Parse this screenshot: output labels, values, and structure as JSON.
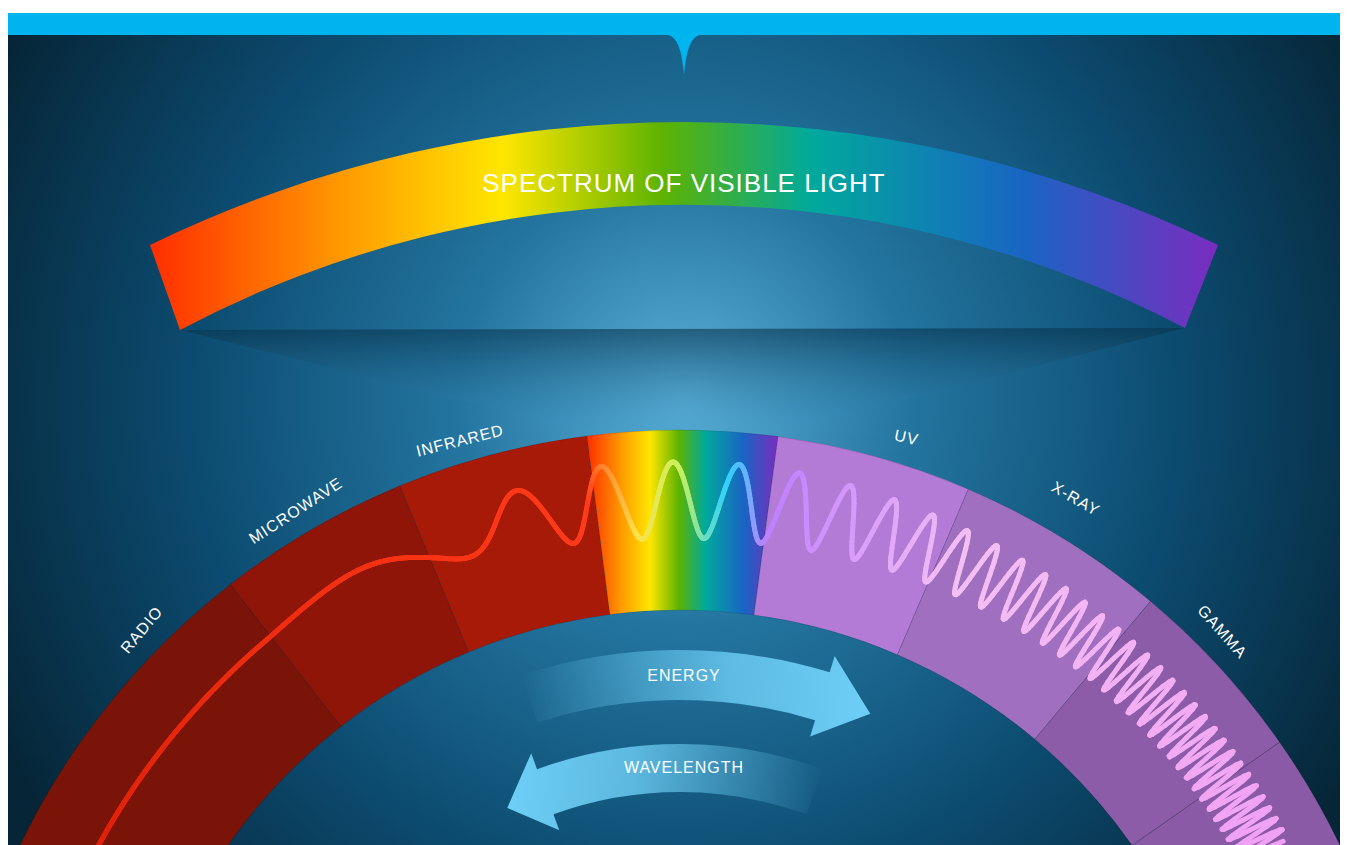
{
  "diagram": {
    "nodes": [
      {
        "text": [
          "SPECTRUM OF VISIBLE LIGHT"
        ]
      },
      {
        "text": [
          "RADIO"
        ]
      },
      {
        "text": [
          "MICROWAVE"
        ]
      },
      {
        "text": [
          "INFRARED"
        ]
      },
      {
        "text": [
          "UV"
        ]
      },
      {
        "text": [
          "X-RAY"
        ]
      },
      {
        "text": [
          "GAMMA"
        ]
      },
      {
        "text": [
          "ENERGY"
        ]
      },
      {
        "text": [
          "WAVELENGTH"
        ]
      }
    ]
  }
}
